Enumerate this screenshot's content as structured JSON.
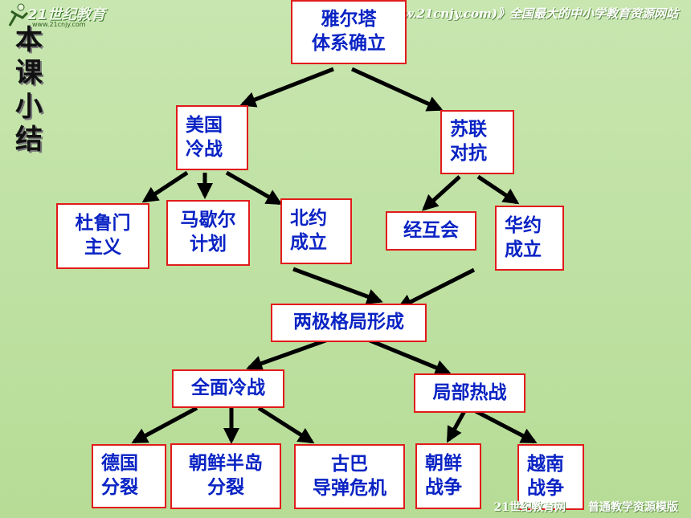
{
  "logo": {
    "name": "21世纪教育",
    "url": "www.21cnjy.com"
  },
  "header": {
    "text": "21世纪教育网(www.21cnjy.com)》全国最大的中小学教育资源网站"
  },
  "footer": {
    "text": "21世纪教育网　　普通教学资源模版"
  },
  "sidebar": {
    "title_chars": [
      "本",
      "课",
      "小",
      "结"
    ]
  },
  "nodes": {
    "yalta": [
      "雅尔塔",
      "体系确立"
    ],
    "us_cold_war": [
      "美国",
      "冷战"
    ],
    "soviet": [
      "苏联",
      "对抗"
    ],
    "truman": [
      "杜鲁门",
      "主义"
    ],
    "marshall": [
      "马歇尔",
      "计划"
    ],
    "nato": [
      "北约",
      "成立"
    ],
    "comecon": [
      "经互会"
    ],
    "warsaw": [
      "华约",
      "成立"
    ],
    "bipolar": [
      "两极格局形成"
    ],
    "full_cold_war": [
      "全面冷战"
    ],
    "local_wars": [
      "局部热战"
    ],
    "germany": [
      "德国",
      "分裂"
    ],
    "korea_split": [
      "朝鲜半岛",
      "分裂"
    ],
    "cuba": [
      "古巴",
      "导弹危机"
    ],
    "korean_war": [
      "朝鲜",
      "战争"
    ],
    "vietnam_war": [
      "越南",
      "战争"
    ]
  },
  "colors": {
    "box_border": "#e11b1b",
    "box_text": "#0a23c4",
    "background": "#c8e6b0",
    "arrow": "#000000"
  }
}
